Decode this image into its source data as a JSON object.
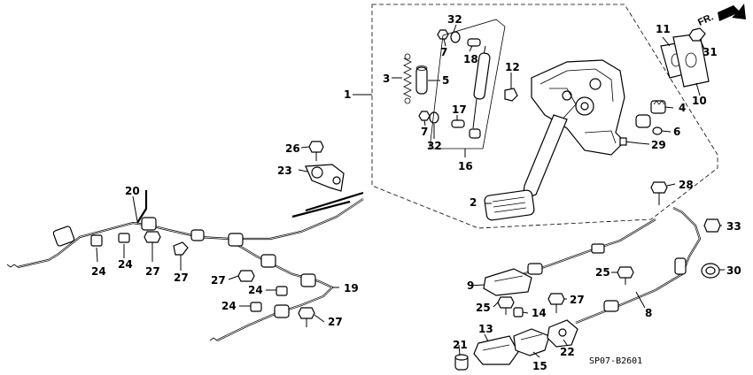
{
  "diagram_code": "SP07-B2601",
  "direction_label": "FR.",
  "callouts": {
    "c1": "1",
    "c2": "2",
    "c3": "3",
    "c4": "4",
    "c5": "5",
    "c6": "6",
    "c7a": "7",
    "c7b": "7",
    "c8": "8",
    "c9": "9",
    "c10": "10",
    "c11": "11",
    "c12": "12",
    "c13": "13",
    "c14": "14",
    "c15": "15",
    "c16": "16",
    "c17": "17",
    "c18": "18",
    "c19": "19",
    "c20": "20",
    "c21": "21",
    "c22": "22",
    "c23": "23",
    "c24a": "24",
    "c24b": "24",
    "c24c": "24",
    "c24d": "24",
    "c25a": "25",
    "c25b": "25",
    "c26": "26",
    "c27a": "27",
    "c27b": "27",
    "c27c": "27",
    "c27d": "27",
    "c27e": "27",
    "c28": "28",
    "c29": "29",
    "c30": "30",
    "c31": "31",
    "c32a": "32",
    "c32b": "32",
    "c33": "33"
  }
}
